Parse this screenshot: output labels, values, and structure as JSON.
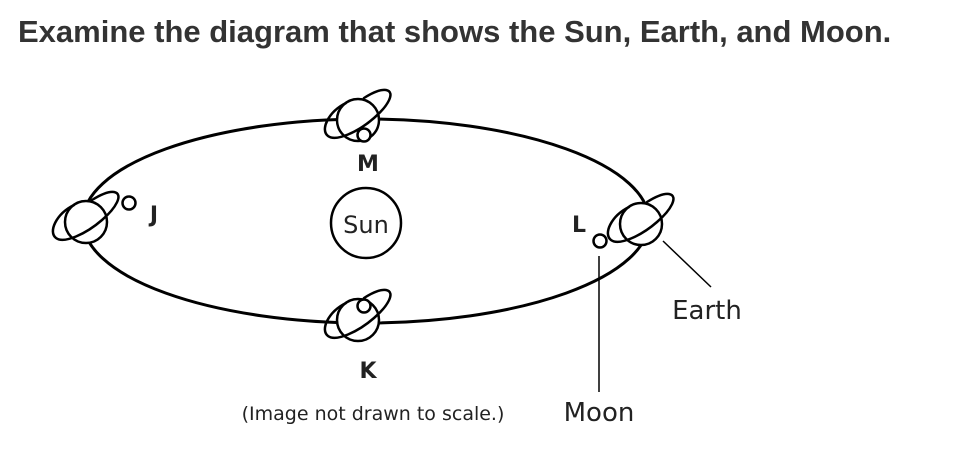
{
  "question": "Examine the diagram that shows the Sun, Earth, and Moon.",
  "diagram": {
    "sun_label": "Sun",
    "positions": {
      "J": "J",
      "K": "K",
      "L": "L",
      "M": "M"
    },
    "earth_label": "Earth",
    "moon_label": "Moon",
    "note": "(Image not drawn to scale.)"
  }
}
